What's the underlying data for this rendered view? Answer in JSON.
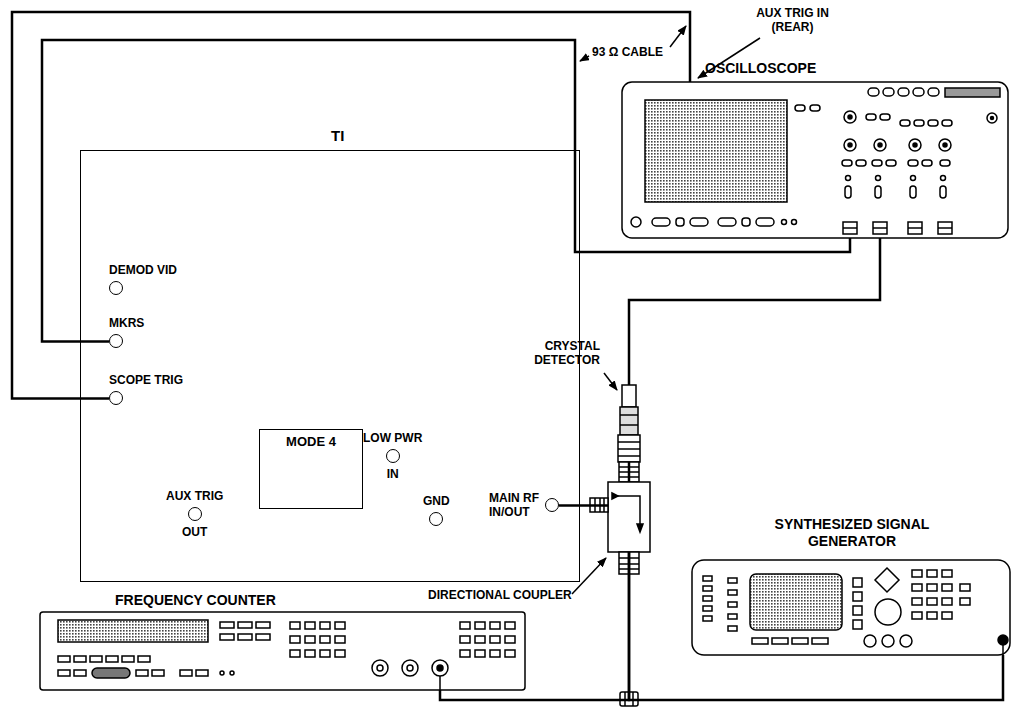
{
  "diagram": {
    "nodes": [
      {
        "text": [
          "TI"
        ]
      },
      {
        "text": [
          "DEMOD VID"
        ],
        "in": 0
      },
      {
        "text": [
          "MKRS"
        ],
        "in": 0
      },
      {
        "text": [
          "SCOPE TRIG"
        ],
        "in": 0
      },
      {
        "text": [
          "MODE 4"
        ],
        "in": 0
      },
      {
        "text": [
          "LOW PWR",
          "IN"
        ],
        "in": 0
      },
      {
        "text": [
          "GND"
        ],
        "in": 0
      },
      {
        "text": [
          "AUX TRIG",
          "OUT"
        ],
        "in": 0
      },
      {
        "text": [
          "MAIN RF",
          "IN/OUT"
        ],
        "in": 0
      },
      {
        "text": [
          "OSCILLOSCOPE"
        ]
      },
      {
        "text": [
          "CRYSTAL DETECTOR"
        ]
      },
      {
        "text": [
          "SYNTHESIZED SIGNAL GENERATOR"
        ]
      },
      {
        "text": [
          "DIRECTIONAL COUPLER"
        ]
      },
      {
        "text": [
          "FREQUENCY COUNTER"
        ]
      }
    ],
    "edges": [
      {
        "from": 2,
        "to": 9,
        "arrow": "none"
      },
      {
        "from": 3,
        "to": 9,
        "arrow": "none"
      },
      {
        "from": 10,
        "to": 9,
        "arrow": "none"
      },
      {
        "from": 8,
        "to": 12,
        "arrow": "none"
      },
      {
        "from": 12,
        "to": 10,
        "arrow": "none"
      },
      {
        "from": 12,
        "to": 13,
        "arrow": "none"
      },
      {
        "from": 12,
        "to": 11,
        "arrow": "none"
      }
    ],
    "labels": [
      "93 Ω CABLE",
      "AUX TRIG IN (REAR)"
    ]
  }
}
